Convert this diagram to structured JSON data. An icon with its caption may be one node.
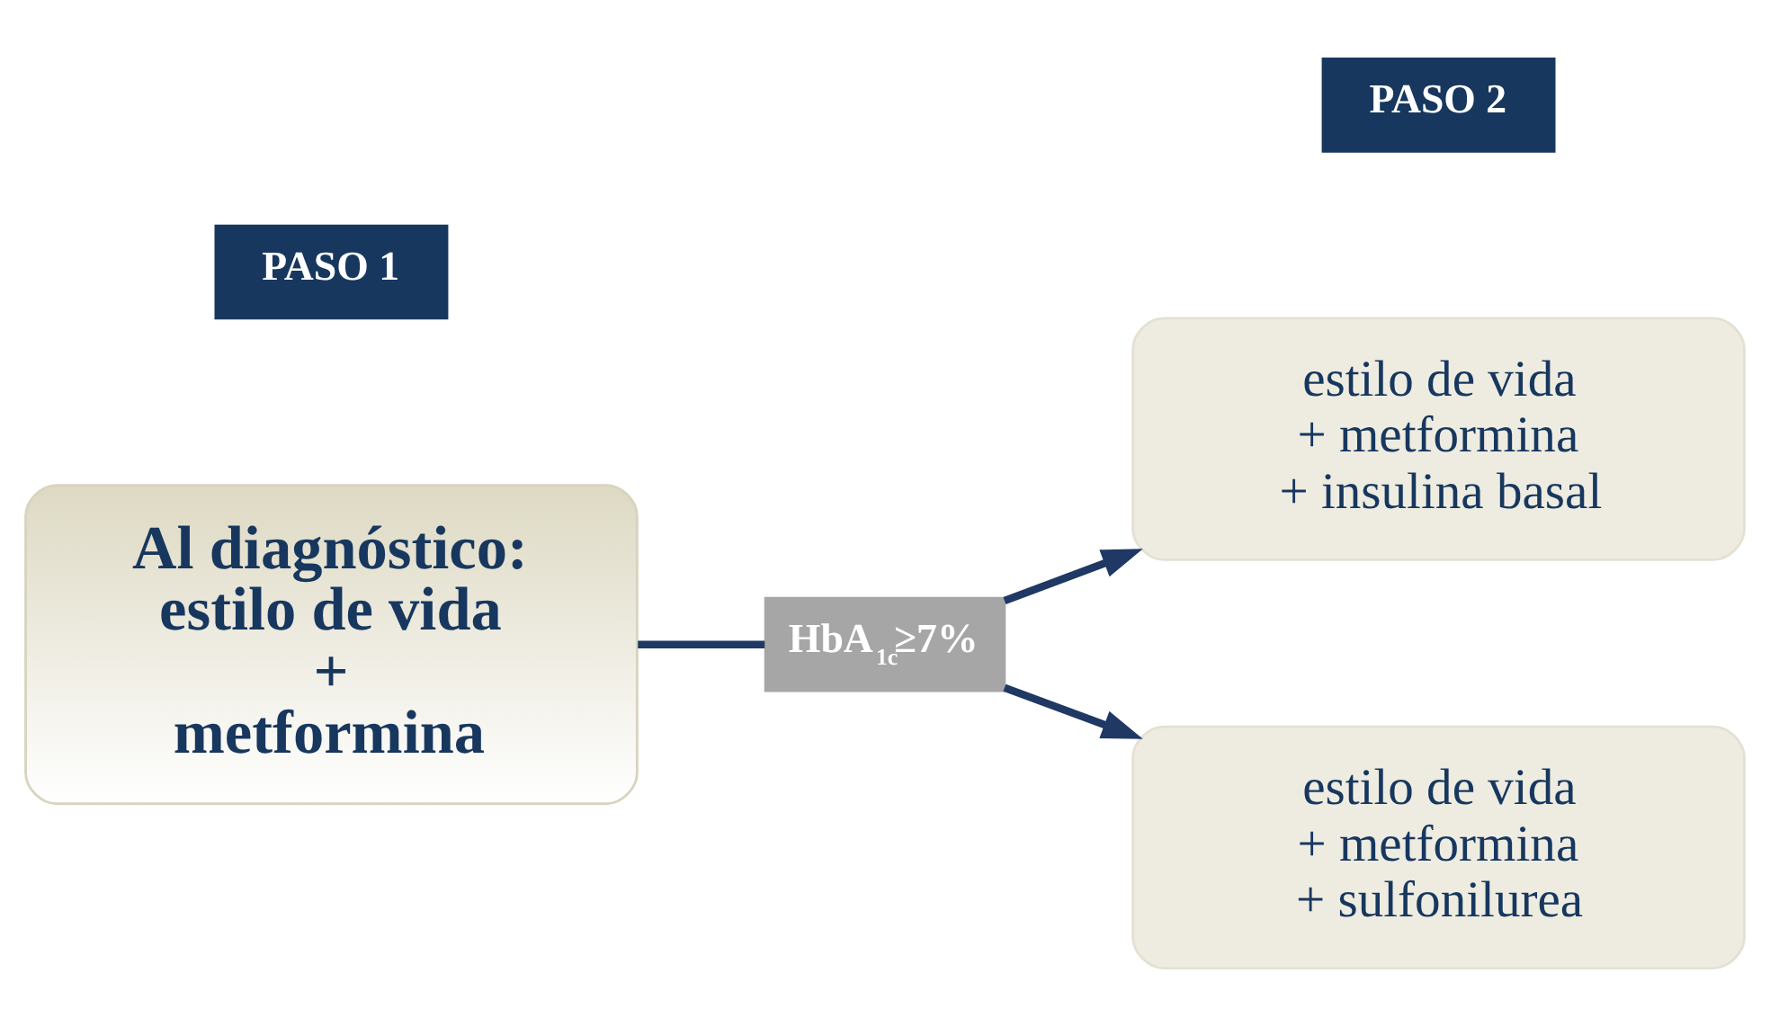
{
  "diagram": {
    "nodes": [
      {
        "text": [
          "PASO 1"
        ]
      },
      {
        "text": [
          "PASO 2"
        ]
      },
      {
        "text": [
          "Al diagnóstico: estilo de vida + metformina"
        ]
      },
      {
        "text": [
          "HbA$_{1c}$≥7%"
        ]
      },
      {
        "text": [
          "estilo de vida + metformina + insulina basal"
        ]
      },
      {
        "text": [
          "estilo de vida + metformina + sulfonilurea"
        ]
      }
    ],
    "edges": [
      {
        "from": 2,
        "to": 3,
        "arrow": "none"
      },
      {
        "from": 3,
        "to": 4,
        "arrow": "to"
      },
      {
        "from": 3,
        "to": 5,
        "arrow": "to"
      }
    ]
  }
}
